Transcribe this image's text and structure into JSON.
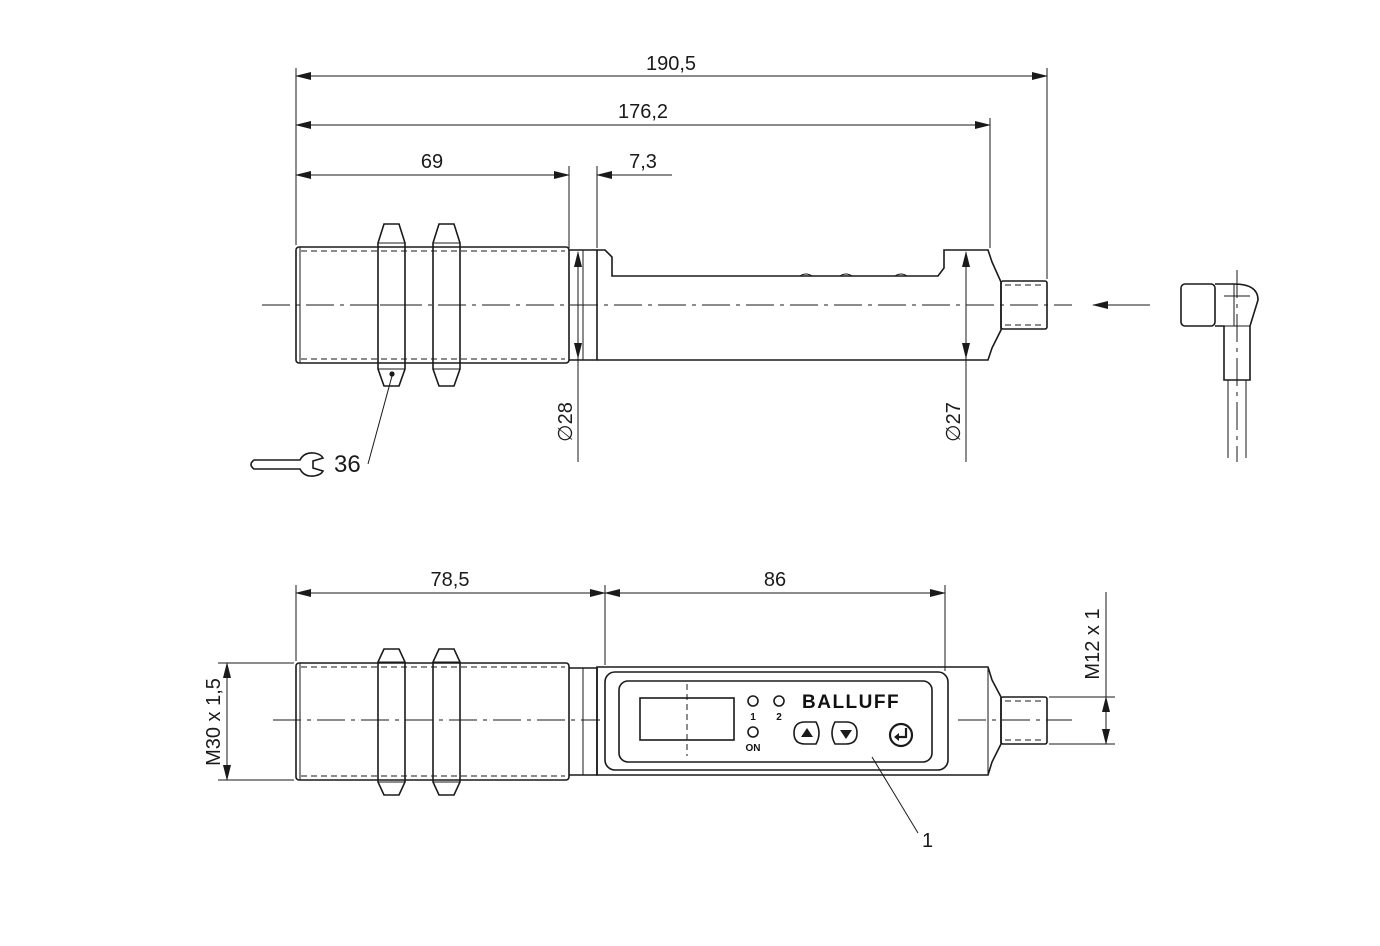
{
  "dimensions": {
    "overall_length": "190,5",
    "body_length": "176,2",
    "thread_length": "69",
    "collar_length": "7,3",
    "front_section": "78,5",
    "rear_section": "86",
    "diameter_front": "∅28",
    "diameter_rear": "∅27",
    "main_thread": "M30 x 1,5",
    "connector_thread": "M12 x 1"
  },
  "callouts": {
    "wrench_size": "36",
    "display_item": "1"
  },
  "panel": {
    "brand": "BALLUFF",
    "led_1": "1",
    "led_2": "2",
    "led_on": "ON"
  },
  "icons": {
    "wrench": "wrench-icon",
    "button_up": "triangle-up-icon",
    "button_down": "triangle-down-icon",
    "button_enter": "enter-arrow-icon"
  }
}
